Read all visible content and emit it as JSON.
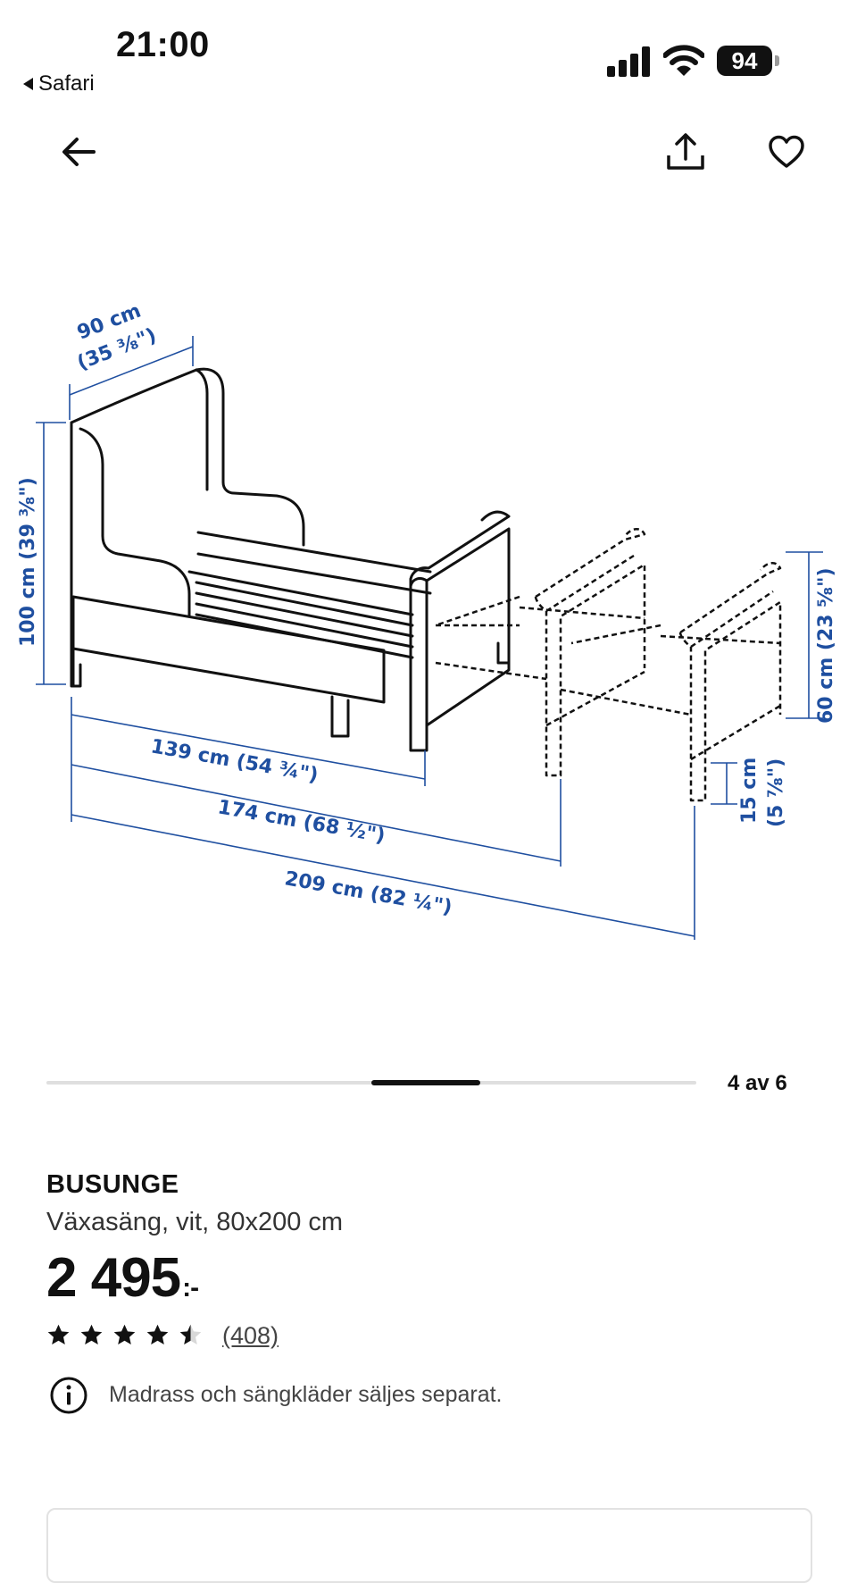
{
  "status_bar": {
    "time": "21:00",
    "back_app": "Safari",
    "battery": "94"
  },
  "nav": {
    "back_icon": "arrow-left-icon",
    "share_icon": "share-icon",
    "favorite_icon": "heart-icon"
  },
  "diagram": {
    "width_label": "90 cm",
    "width_label_in": "(35 ⅜\")",
    "height_label": "100 cm (39 ⅜\")",
    "length_1": "139 cm (54 ¾\")",
    "length_2": "174 cm (68 ½\")",
    "length_3": "209 cm (82 ¼\")",
    "ext_height": "60 cm (23 ⅝\")",
    "leg_height_cm": "15 cm",
    "leg_height_in": "(5 ⅞\")"
  },
  "carousel": {
    "counter": "4 av 6",
    "current": 4,
    "total": 6
  },
  "product": {
    "name": "BUSUNGE",
    "description": "Växasäng, vit, 80x200 cm",
    "price": "2 495",
    "price_suffix": ":-",
    "rating": 4.5,
    "reviews": "(408)",
    "notice": "Madrass och sängkläder säljes separat."
  },
  "colors": {
    "dimension_blue": "#1f4fa0",
    "text": "#111111"
  }
}
